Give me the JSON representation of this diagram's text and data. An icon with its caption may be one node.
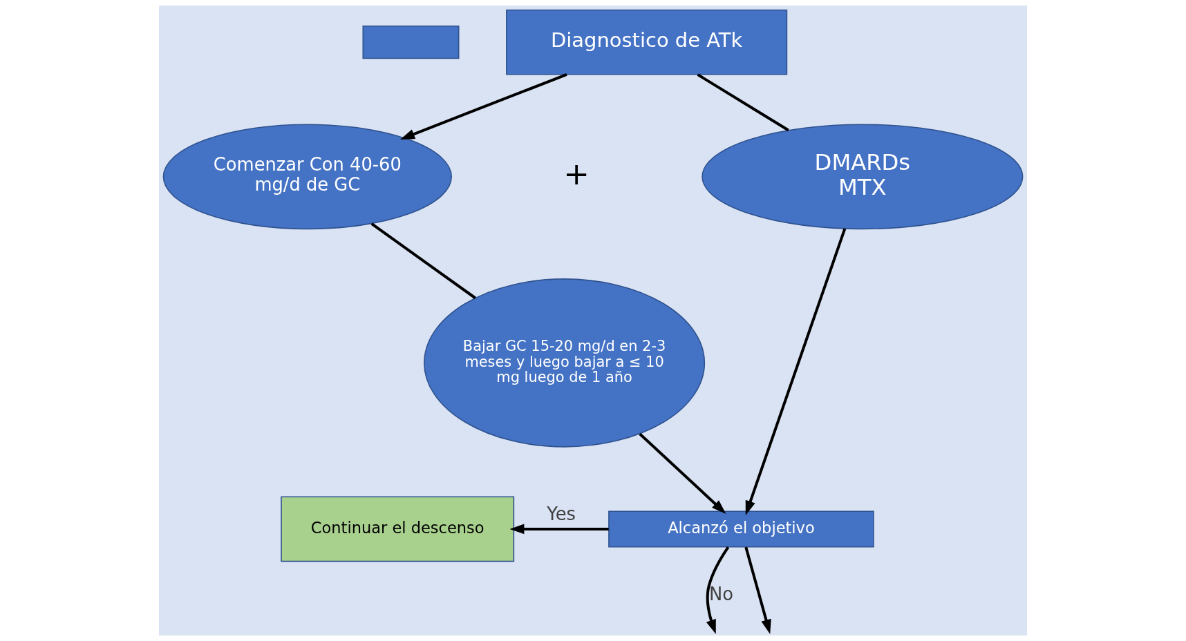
{
  "diagram": {
    "nodes": [
      {
        "text": [],
        "shape": "box"
      },
      {
        "text": [
          "Diagnostico de ATk"
        ]
      },
      {
        "text": [
          "Comenzar Con 40-60 mg/d de GC"
        ]
      },
      {
        "text": [
          "DMARDs MTX"
        ]
      },
      {
        "text": [
          "Bajar GC 15-20 mg/d en 2-3 meses y luego bajar a ≤ 10 mg luego de 1 año"
        ]
      },
      {
        "text": [
          "Continuar el descenso"
        ]
      },
      {
        "text": [
          "Alcanzó el objetivo"
        ]
      }
    ],
    "edges": [
      {
        "from": 1,
        "to": 2,
        "arrow": "to"
      },
      {
        "from": 1,
        "to": 3,
        "arrow": "none"
      },
      {
        "from": 2,
        "to": 4,
        "arrow": "none"
      },
      {
        "from": 4,
        "to": 6,
        "arrow": "to"
      },
      {
        "from": 3,
        "to": 6,
        "arrow": "to"
      },
      {
        "from": 6,
        "to": 5,
        "arrow": "to",
        "label": "Yes"
      },
      {
        "from": 6,
        "to": null,
        "arrow": "to",
        "label": "No"
      },
      {
        "from": 6,
        "to": null,
        "arrow": "to"
      }
    ],
    "labels": [
      "+"
    ]
  }
}
